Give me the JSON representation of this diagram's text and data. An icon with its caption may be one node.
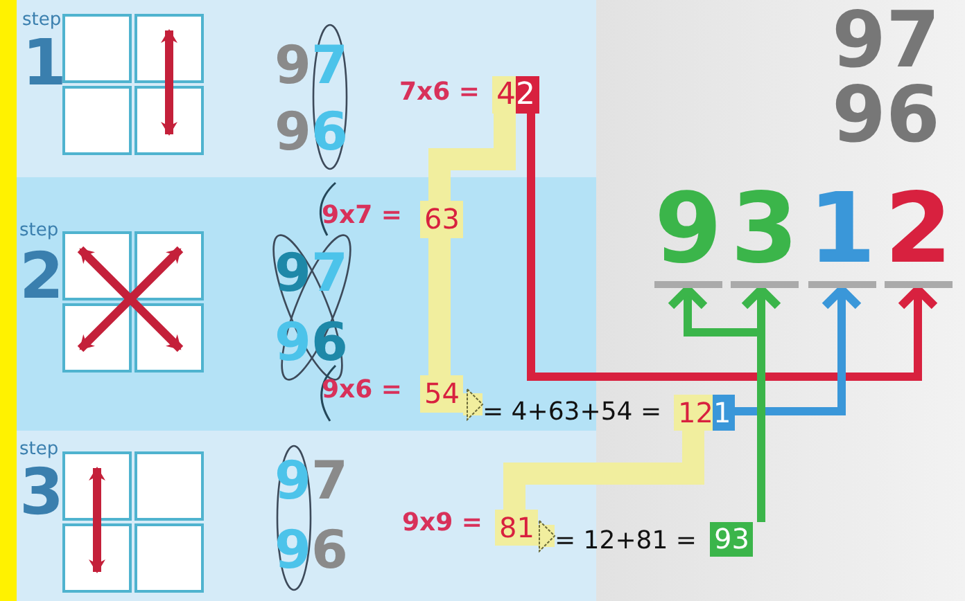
{
  "diagram": {
    "nodes": [
      {
        "text": [
          "42"
        ],
        "beside": [
          "7x6 ="
        ]
      },
      {
        "text": [
          "63"
        ],
        "beside": [
          "9x7 ="
        ]
      },
      {
        "text": [
          "54"
        ],
        "beside": [
          "9x6 ="
        ]
      },
      {
        "text": [
          "= 4+63+54 ="
        ]
      },
      {
        "text": [
          "121"
        ]
      },
      {
        "text": [
          "81"
        ],
        "beside": [
          "9x9 ="
        ]
      },
      {
        "text": [
          "= 12+81 ="
        ]
      },
      {
        "text": [
          "93"
        ]
      },
      {
        "text": [
          "9"
        ]
      },
      {
        "text": [
          "3"
        ]
      },
      {
        "text": [
          "1"
        ]
      },
      {
        "text": [
          "2"
        ]
      }
    ],
    "edges": [
      {
        "from": 0,
        "to": 1,
        "arrow": "none"
      },
      {
        "from": 1,
        "to": 2,
        "arrow": "none"
      },
      {
        "from": 2,
        "to": 3,
        "arrow": "to"
      },
      {
        "from": 4,
        "to": 5,
        "arrow": "none"
      },
      {
        "from": 5,
        "to": 6,
        "arrow": "to"
      },
      {
        "from": 0,
        "to": 11,
        "arrow": "to",
        "color": "#d8213f"
      },
      {
        "from": 4,
        "to": 10,
        "arrow": "to",
        "color": "#3a97d9"
      },
      {
        "from": 7,
        "to": 8,
        "arrow": "to",
        "color": "#3bb54a"
      },
      {
        "from": 7,
        "to": 9,
        "arrow": "to",
        "color": "#3bb54a"
      }
    ],
    "labels": [
      "step",
      "1",
      "97",
      "96",
      "step",
      "2",
      "97",
      "96",
      "step",
      "3",
      "97",
      "96",
      "97",
      "96"
    ]
  }
}
